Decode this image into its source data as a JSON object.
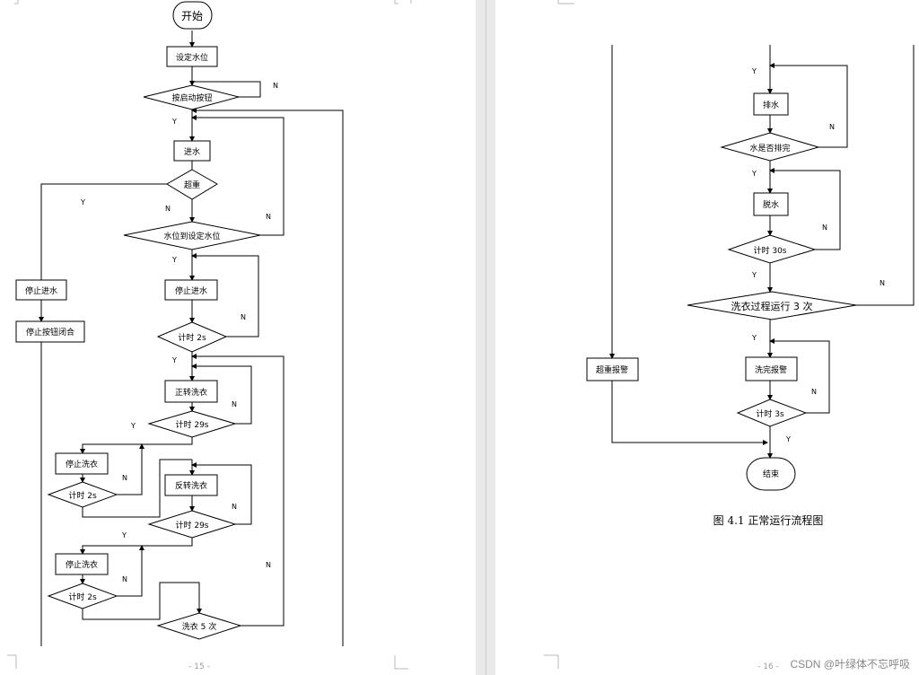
{
  "left_page": {
    "page_number": "- 15 -",
    "nodes": {
      "start": "开始",
      "set_level": "设定水位",
      "press_start": "按启动按钮",
      "inlet": "进水",
      "overweight": "超重",
      "reach_level": "水位到设定水位",
      "stop_inlet_left": "停止进水",
      "button_close": "停止按钮闭合",
      "stop_inlet": "停止进水",
      "timer_2s_a": "计时 2s",
      "forward_wash": "正转洗衣",
      "timer_29s_a": "计时 29s",
      "stop_wash_a": "停止洗衣",
      "timer_2s_b": "计时 2s",
      "reverse_wash": "反转洗衣",
      "timer_29s_b": "计时 29s",
      "stop_wash_b": "停止洗衣",
      "timer_2s_c": "计时 2s",
      "wash_5": "洗衣 5 次"
    }
  },
  "right_page": {
    "page_number": "- 16 -",
    "caption": "图 4.1 正常运行流程图",
    "nodes": {
      "drain": "排水",
      "drained": "水是否排完",
      "spin": "脱水",
      "timer_30s": "计时 30s",
      "wash_3": "洗衣过程运行 3 次",
      "overweight_alarm": "超重报警",
      "wash_done_alarm": "洗完报警",
      "timer_3s": "计时 3s",
      "end": "结束"
    }
  },
  "branch_labels": {
    "yes": "Y",
    "no": "N"
  },
  "watermark": "CSDN @叶绿体不忘呼吸"
}
